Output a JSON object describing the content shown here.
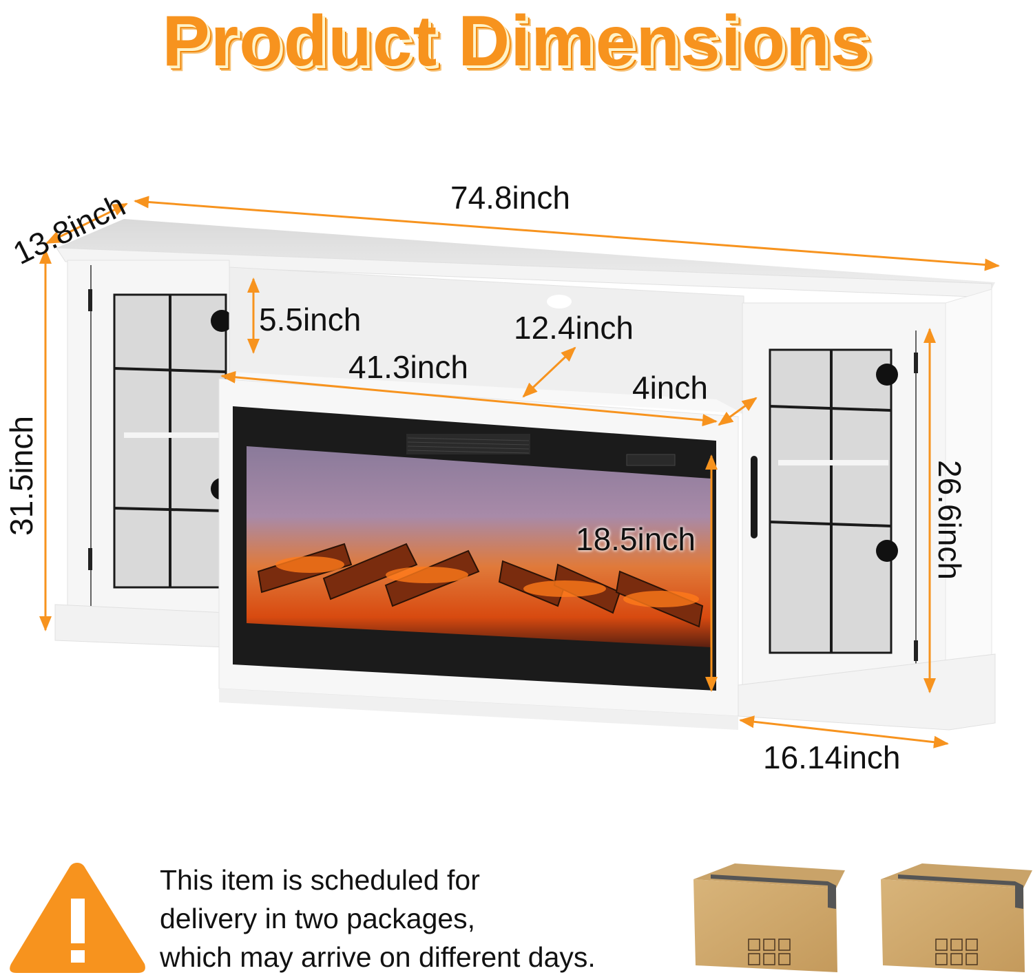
{
  "title": "Product Dimensions",
  "colors": {
    "accent": "#f7931e",
    "cabinet": "#f3f3f3",
    "frame": "#1a1a1a",
    "cardboard": "#d2ac72"
  },
  "dimensions": {
    "depth_top": "13.8inch",
    "width_overall": "74.8inch",
    "height_overall": "31.5inch",
    "opening_height": "5.5inch",
    "opening_depth": "12.4inch",
    "fireplace_width": "41.3inch",
    "fireplace_depth": "4inch",
    "fireplace_height": "18.5inch",
    "cabinet_height": "26.6inch",
    "base_depth": "16.14inch"
  },
  "notice": {
    "icon": "warning-triangle-icon",
    "lines": [
      "This item is scheduled for",
      "delivery in two packages,",
      "which may arrive on different days."
    ]
  },
  "packages": {
    "count": 2,
    "icon": "cardboard-box-icon"
  }
}
